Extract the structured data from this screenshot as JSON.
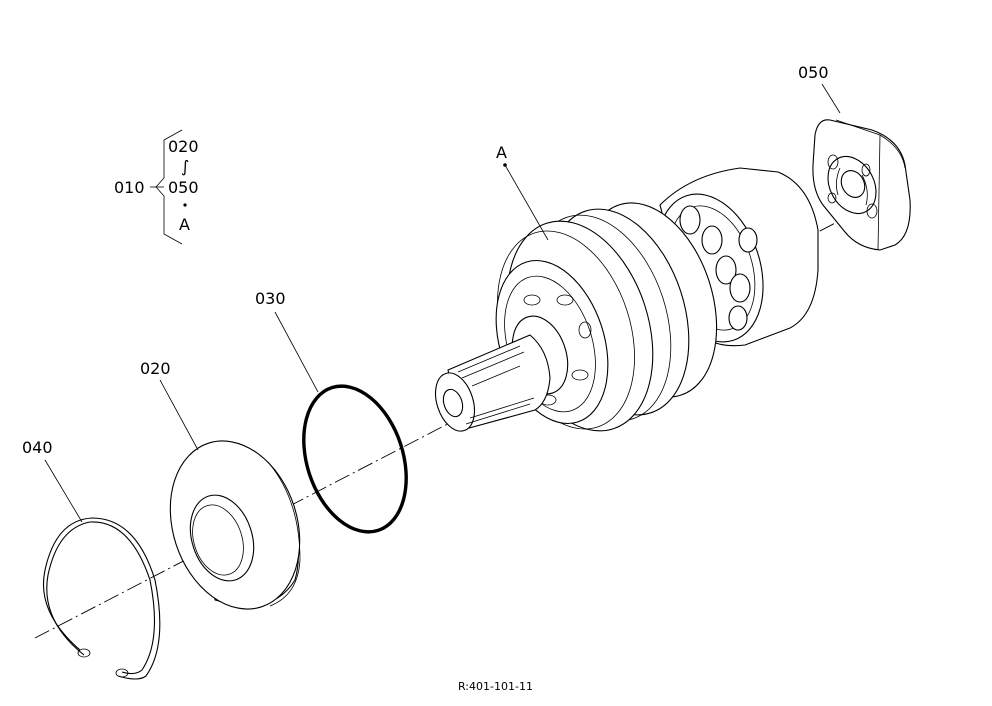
{
  "callouts": {
    "part_050": "050",
    "assembly_a": "A",
    "part_030": "030",
    "part_020": "020",
    "part_040": "040"
  },
  "legend": {
    "assembly": "010",
    "range_start": "020",
    "range_end": "050",
    "range_mark": "∫",
    "includes": "A"
  },
  "reference_code": "R:401-101-11",
  "colors": {
    "ink": "#000000",
    "paper": "#ffffff"
  }
}
